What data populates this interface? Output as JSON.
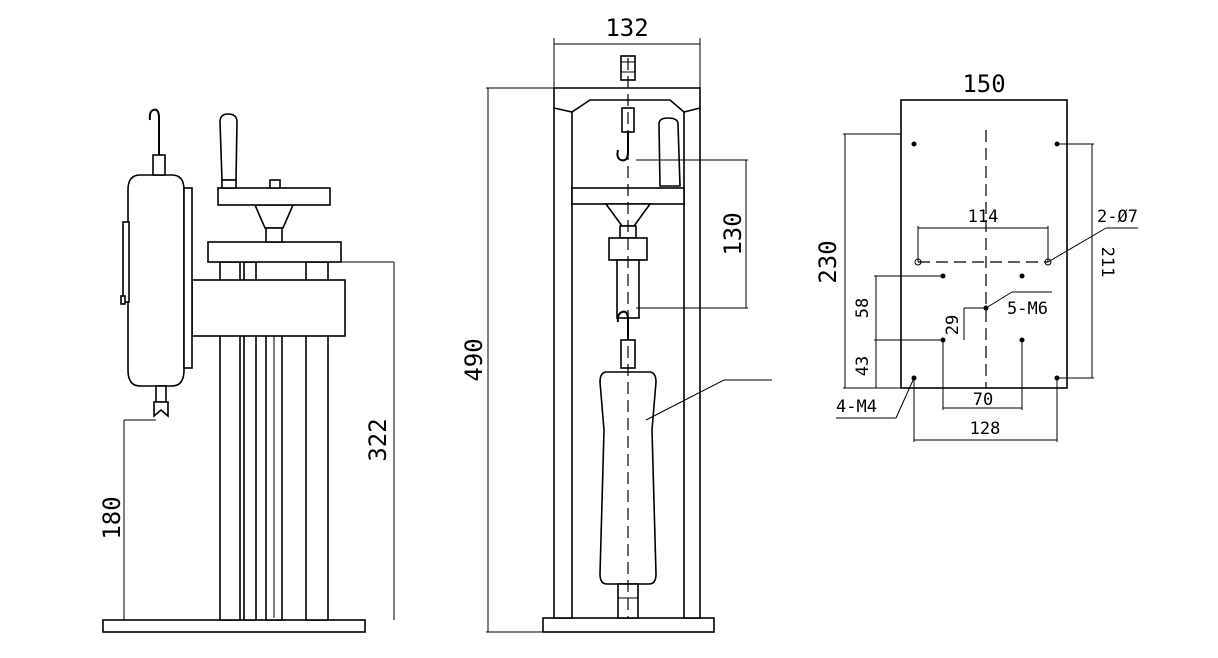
{
  "side_view": {
    "dim_height_total": "322",
    "dim_height_hook": "180"
  },
  "front_view": {
    "dim_width": "132",
    "dim_height": "490",
    "dim_travel": "130"
  },
  "base_plate": {
    "dim_width": "150",
    "dim_height": "230",
    "dim_height_inner": "211",
    "dim_hole_span": "114",
    "label_holes": "2-Ø7",
    "dim_58": "58",
    "dim_43": "43",
    "dim_29": "29",
    "label_m6": "5-M6",
    "dim_70": "70",
    "dim_128": "128",
    "label_m4": "4-M4"
  }
}
